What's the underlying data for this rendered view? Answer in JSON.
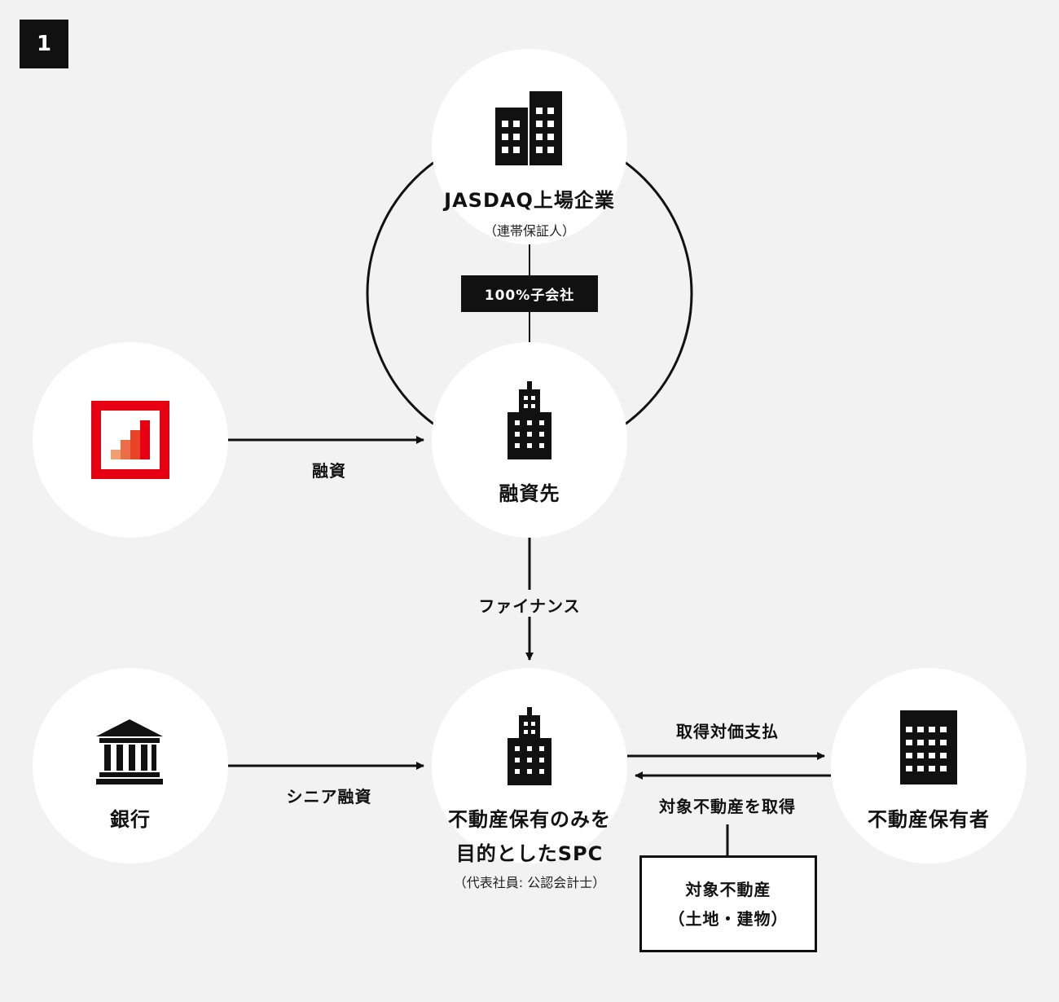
{
  "badge": "1",
  "nodes": {
    "listed": {
      "title": "JASDAQ上場企業",
      "sub": "（連帯保証人）"
    },
    "subsidiary_label": "100%子会社",
    "borrower": {
      "title": "融資先"
    },
    "bank": {
      "title": "銀行"
    },
    "spc": {
      "line1": "不動産保有のみを",
      "line2": "目的としたSPC",
      "sub": "（代表社員: 公認会計士）"
    },
    "owner": {
      "title": "不動産保有者"
    },
    "property": {
      "line1": "対象不動産",
      "line2": "（土地・建物）"
    }
  },
  "edges": {
    "loan": "融資",
    "finance": "ファイナンス",
    "senior": "シニア融資",
    "pay": "取得対価支払",
    "acquire": "対象不動産を取得"
  },
  "colors": {
    "bg": "#f2f2f2",
    "red": "#e60012",
    "ink": "#111111"
  }
}
